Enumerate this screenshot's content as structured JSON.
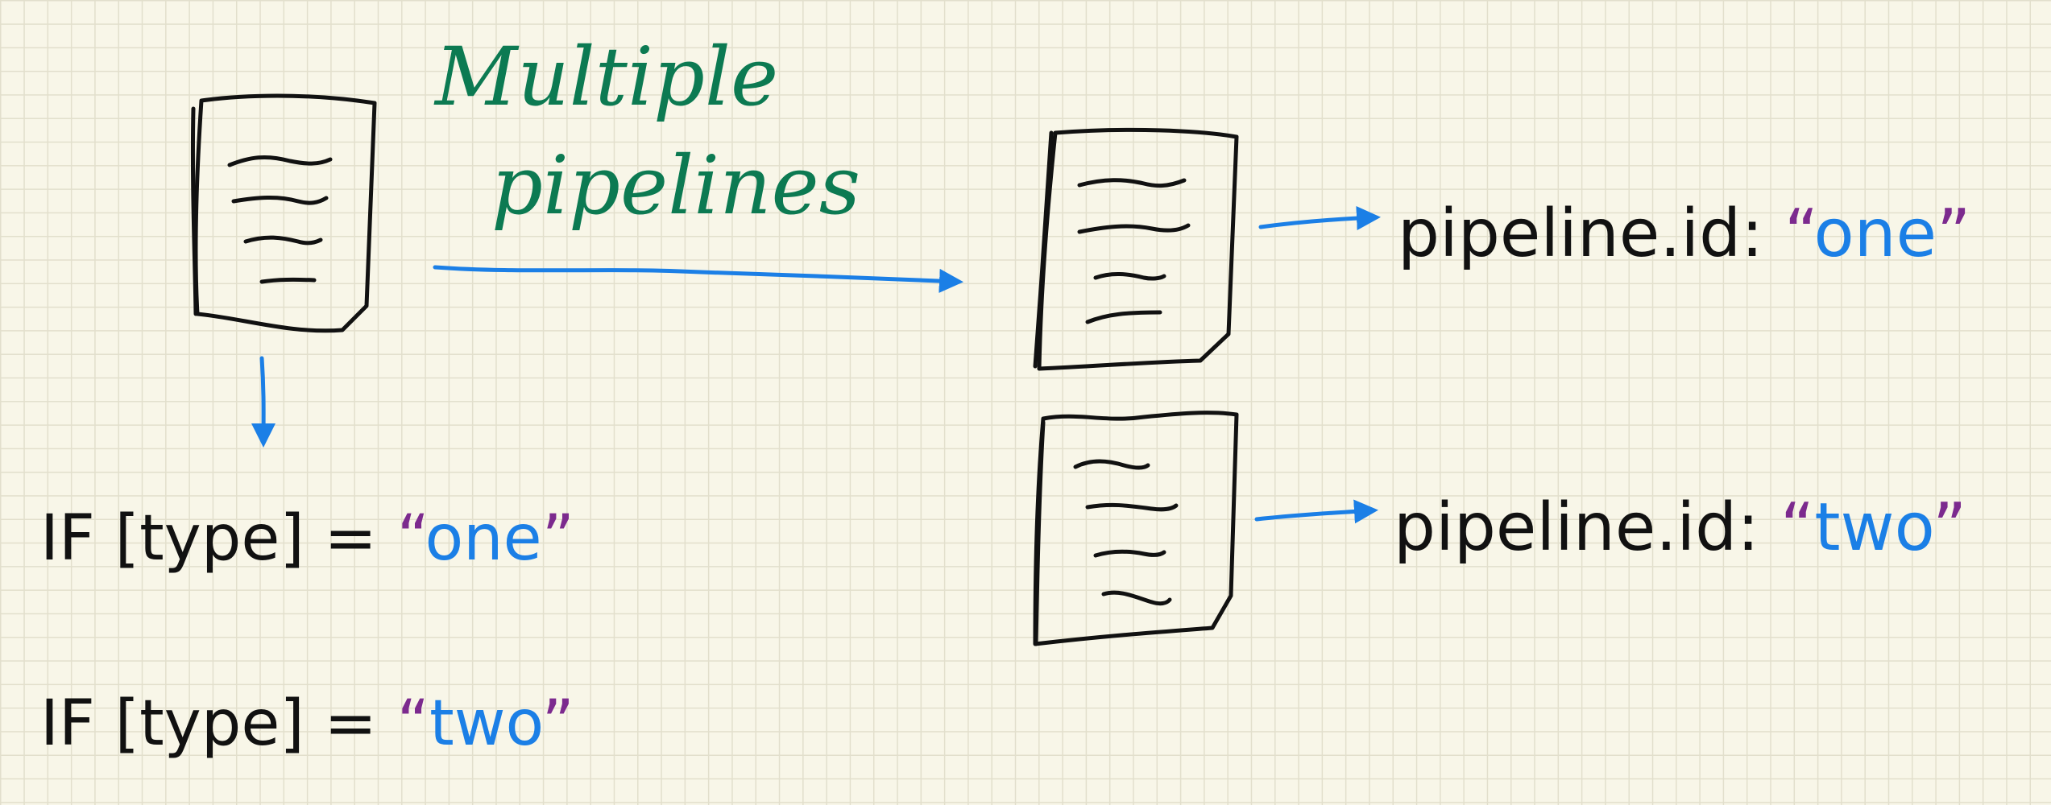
{
  "title": {
    "line1": "Multiple",
    "line2": "pipelines"
  },
  "conditions": [
    {
      "prefix": "IF [type] = ",
      "value": "one"
    },
    {
      "prefix": "IF [type] = ",
      "value": "two"
    }
  ],
  "pipelines": [
    {
      "prefix": "pipeline.id: ",
      "value": "one"
    },
    {
      "prefix": "pipeline.id: ",
      "value": "two"
    }
  ],
  "colors": {
    "ink": "#111111",
    "title": "#0c7a52",
    "arrow": "#1b7fe6",
    "value": "#1b7fe6",
    "quote": "#7c2a8e",
    "paper": "#f8f6e8",
    "grid": "#e2dfcc"
  }
}
